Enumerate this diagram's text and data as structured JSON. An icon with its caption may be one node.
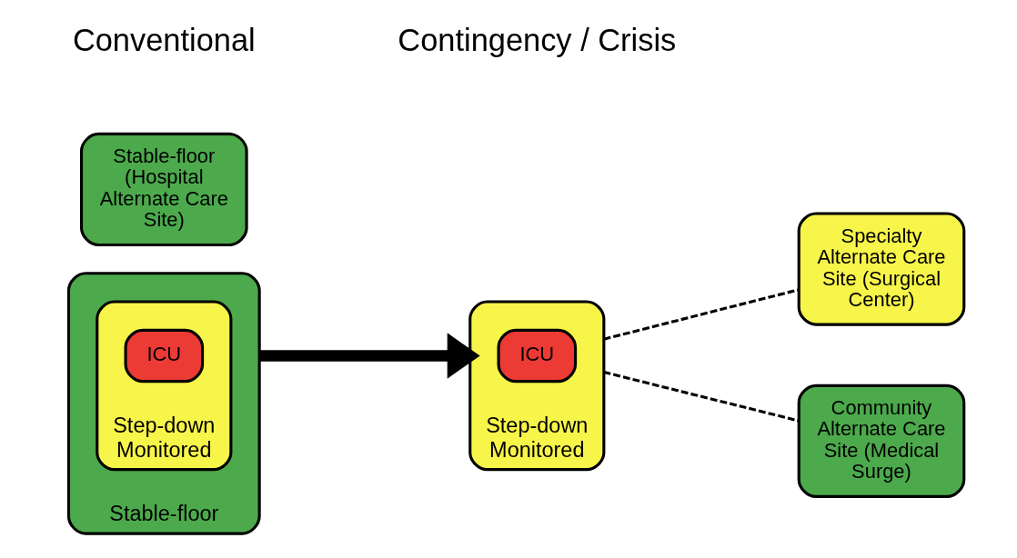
{
  "diagram": {
    "nodes": [
      {
        "text": [
          "Stable-floor"
        ]
      },
      {
        "text": [
          "Step-down",
          "Monitored"
        ],
        "in": 0
      },
      {
        "text": [
          "ICU"
        ],
        "in": 1
      },
      {
        "text": [
          "Step-down",
          "Monitored"
        ]
      },
      {
        "text": [
          "ICU"
        ],
        "in": 3
      },
      {
        "text": [
          "Stable-floor (Hospital Alternate Care Site)"
        ]
      },
      {
        "text": [
          "Specialty Alternate Care Site (Surgical Center)"
        ]
      },
      {
        "text": [
          "Community Alternate Care Site (Medical Surge)"
        ]
      }
    ],
    "edges": [
      {
        "from": 0,
        "to": 3,
        "arrow": "to",
        "style": "thick"
      },
      {
        "from": 3,
        "to": 6,
        "arrow": "none",
        "style": "dashed"
      },
      {
        "from": 3,
        "to": 7,
        "arrow": "none",
        "style": "dashed"
      }
    ],
    "labels": [
      "Conventional",
      "Contingency / Crisis"
    ]
  }
}
